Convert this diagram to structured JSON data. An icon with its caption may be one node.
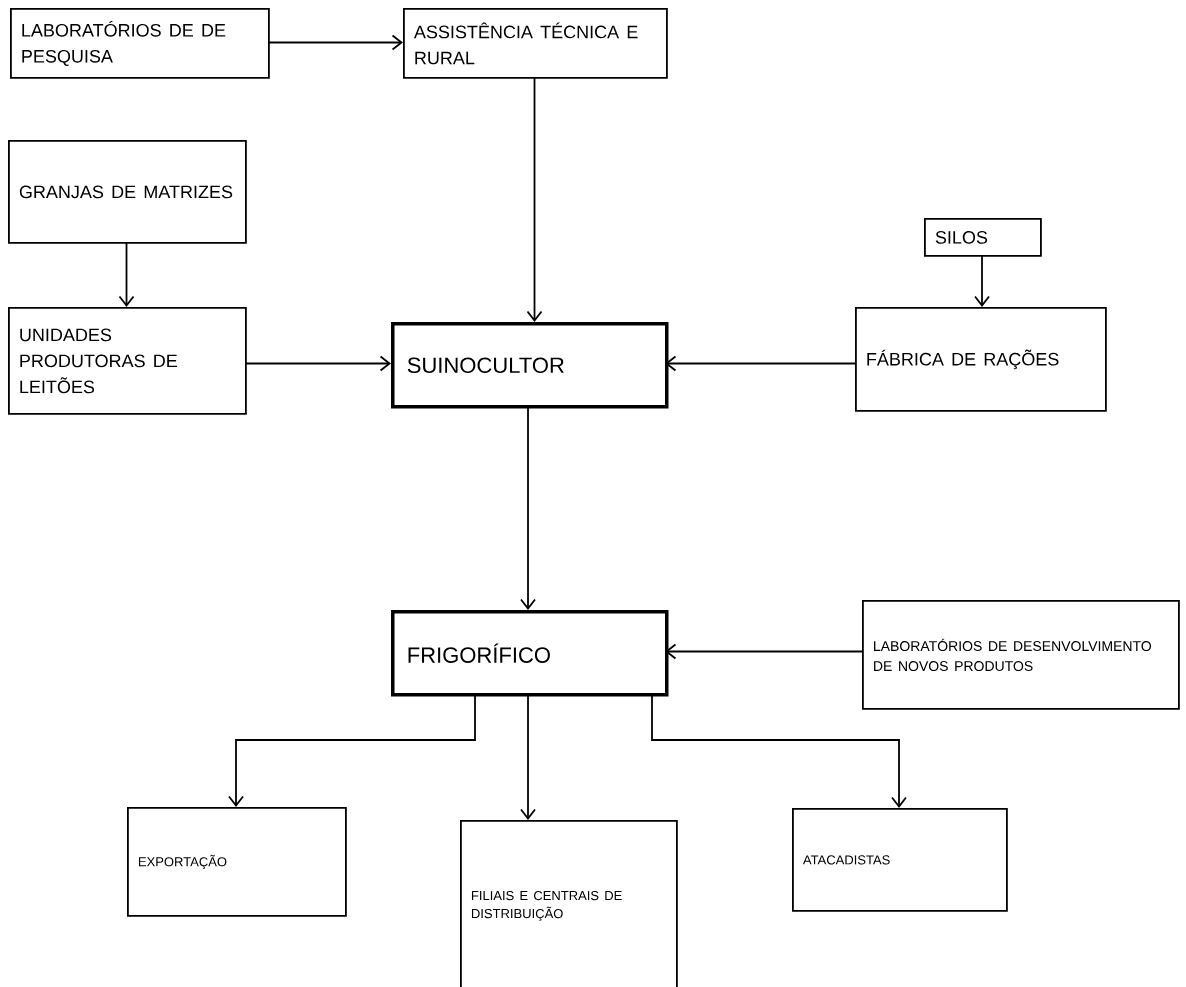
{
  "diagram": {
    "nodes": [
      {
        "text": [
          "LABORATÓRIOS DE DE PESQUISA"
        ]
      },
      {
        "text": [
          "ASSISTÊNCIA TÉCNICA E RURAL"
        ]
      },
      {
        "text": [
          "GRANJAS DE MATRIZES"
        ]
      },
      {
        "text": [
          "SILOS"
        ]
      },
      {
        "text": [
          "UNIDADES PRODUTORAS DE LEITÕES"
        ]
      },
      {
        "text": [
          "SUINOCULTOR"
        ]
      },
      {
        "text": [
          "FÁBRICA DE RAÇÕES"
        ]
      },
      {
        "text": [
          "FRIGORÍFICO"
        ]
      },
      {
        "text": [
          "LABORATÓRIOS DE DESENVOLVIMENTO DE NOVOS PRODUTOS"
        ]
      },
      {
        "text": [
          "EXPORTAÇÃO"
        ]
      },
      {
        "text": [
          "FILIAIS E CENTRAIS DE DISTRIBUIÇÃO"
        ]
      },
      {
        "text": [
          "ATACADISTAS"
        ]
      }
    ],
    "edges": [
      {
        "from": 0,
        "to": 1,
        "arrow": "to"
      },
      {
        "from": 1,
        "to": 5,
        "arrow": "to"
      },
      {
        "from": 2,
        "to": 4,
        "arrow": "to"
      },
      {
        "from": 3,
        "to": 6,
        "arrow": "to"
      },
      {
        "from": 4,
        "to": 5,
        "arrow": "to"
      },
      {
        "from": 6,
        "to": 5,
        "arrow": "to"
      },
      {
        "from": 5,
        "to": 7,
        "arrow": "to"
      },
      {
        "from": 8,
        "to": 7,
        "arrow": "to"
      },
      {
        "from": 7,
        "to": 9,
        "arrow": "to"
      },
      {
        "from": 7,
        "to": 10,
        "arrow": "to"
      },
      {
        "from": 7,
        "to": 11,
        "arrow": "to"
      }
    ]
  }
}
